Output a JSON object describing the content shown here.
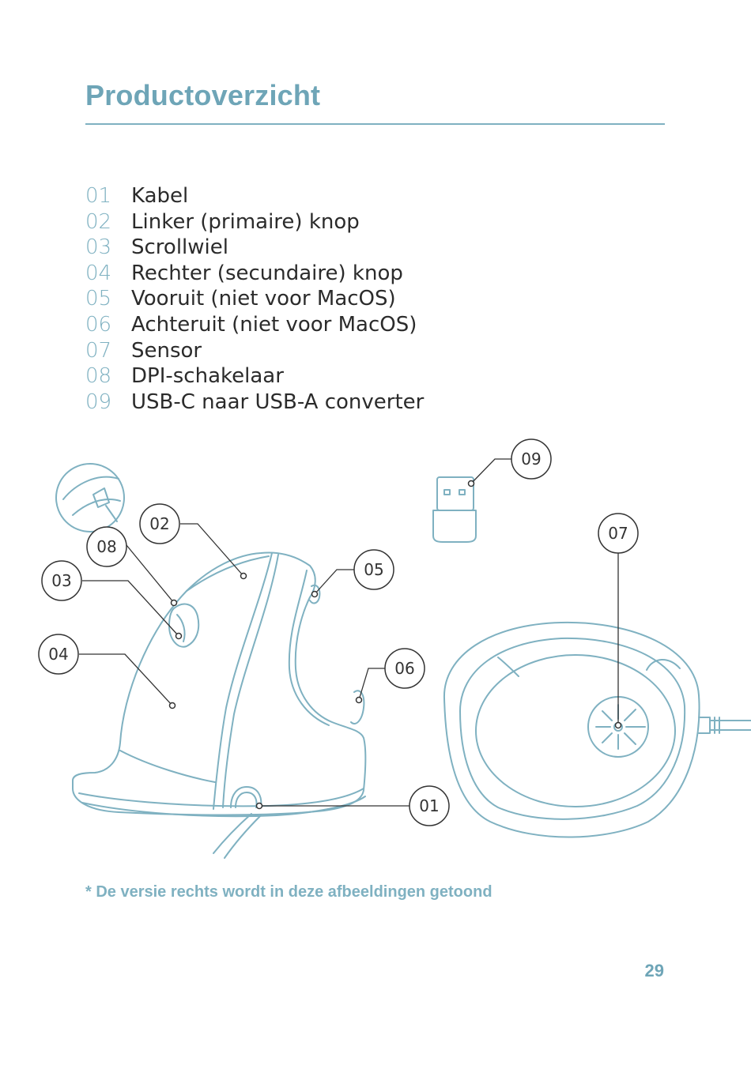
{
  "title": "Productoverzicht",
  "parts": [
    {
      "num": "01",
      "label": "Kabel"
    },
    {
      "num": "02",
      "label": "Linker (primaire) knop"
    },
    {
      "num": "03",
      "label": "Scrollwiel"
    },
    {
      "num": "04",
      "label": "Rechter (secundaire) knop"
    },
    {
      "num": "05",
      "label": "Vooruit (niet voor MacOS)"
    },
    {
      "num": "06",
      "label": "Achteruit (niet voor MacOS)"
    },
    {
      "num": "07",
      "label": "Sensor"
    },
    {
      "num": "08",
      "label": "DPI-schakelaar"
    },
    {
      "num": "09",
      "label": "USB-C naar USB-A converter"
    }
  ],
  "callouts": {
    "c01": "01",
    "c02": "02",
    "c03": "03",
    "c04": "04",
    "c05": "05",
    "c06": "06",
    "c07": "07",
    "c08": "08",
    "c09": "09"
  },
  "colors": {
    "accent": "#7fb1c1",
    "line_art": "#7fb1c1",
    "text": "#2b2b2b"
  },
  "footnote": "* De versie rechts wordt in deze afbeeldingen getoond",
  "page_number": "29"
}
